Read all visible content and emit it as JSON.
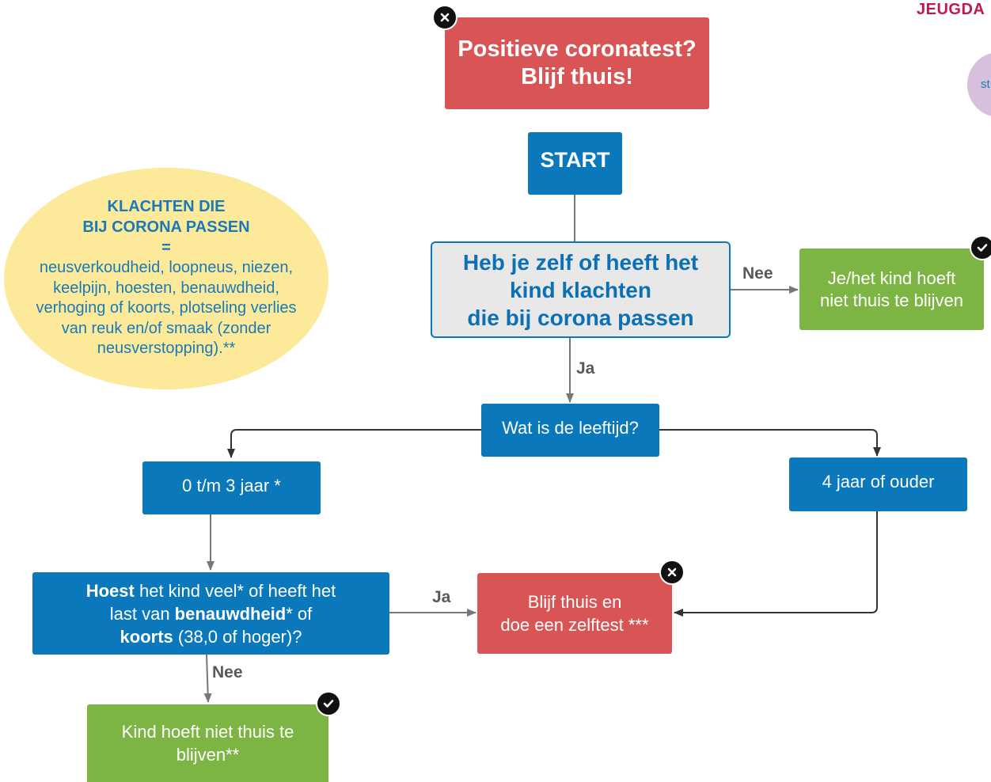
{
  "brand": {
    "text": "JEUGDA",
    "color": "#c0184d"
  },
  "side_bubble": {
    "text": "st"
  },
  "top_warning": {
    "line1": "Positieve coronatest?",
    "line2": "Blijf thuis!"
  },
  "start": {
    "label": "START"
  },
  "complaints_ellipse": {
    "title1": "KLACHTEN DIE",
    "title2": "BIJ CORONA PASSEN",
    "equals": "=",
    "body": [
      "neusverkoudheid, loopneus, niezen,",
      "keelpijn, hoesten, benauwdheid,",
      "verhoging of koorts, plotseling verlies",
      "van reuk en/of smaak (zonder",
      "neusverstopping).**"
    ]
  },
  "question_complaints": {
    "line1": "Heb je zelf of heeft het",
    "line2": "kind klachten",
    "line3": "die bij corona passen"
  },
  "no_complaints_result": {
    "line1": "Je/het kind hoeft",
    "line2": "niet thuis te blijven"
  },
  "age_question": {
    "label": "Wat is de leeftijd?"
  },
  "age_young": {
    "label": "0 t/m 3 jaar *"
  },
  "age_old": {
    "label": "4 jaar of ouder"
  },
  "symptom_question": {
    "b1": "Hoest",
    "t1": " het kind veel* of heeft het",
    "t2": "last van ",
    "b2": "benauwdheid",
    "t3": "* of",
    "b3": "koorts",
    "t4": " (38,0 of hoger)?"
  },
  "stay_home_result": {
    "line1": "Blijf thuis en",
    "line2": "doe een zelftest ***"
  },
  "child_ok_result": {
    "line1": "Kind hoeft niet thuis te",
    "line2": "blijven**"
  },
  "edge_labels": {
    "nee_top": "Nee",
    "ja_top": "Ja",
    "ja_mid": "Ja",
    "nee_bottom": "Nee"
  },
  "colors": {
    "red": "#d95555",
    "blue": "#0b78bb",
    "green": "#7cb543",
    "yellow": "#fce99a",
    "ellipse_text": "#1a7ab8"
  }
}
